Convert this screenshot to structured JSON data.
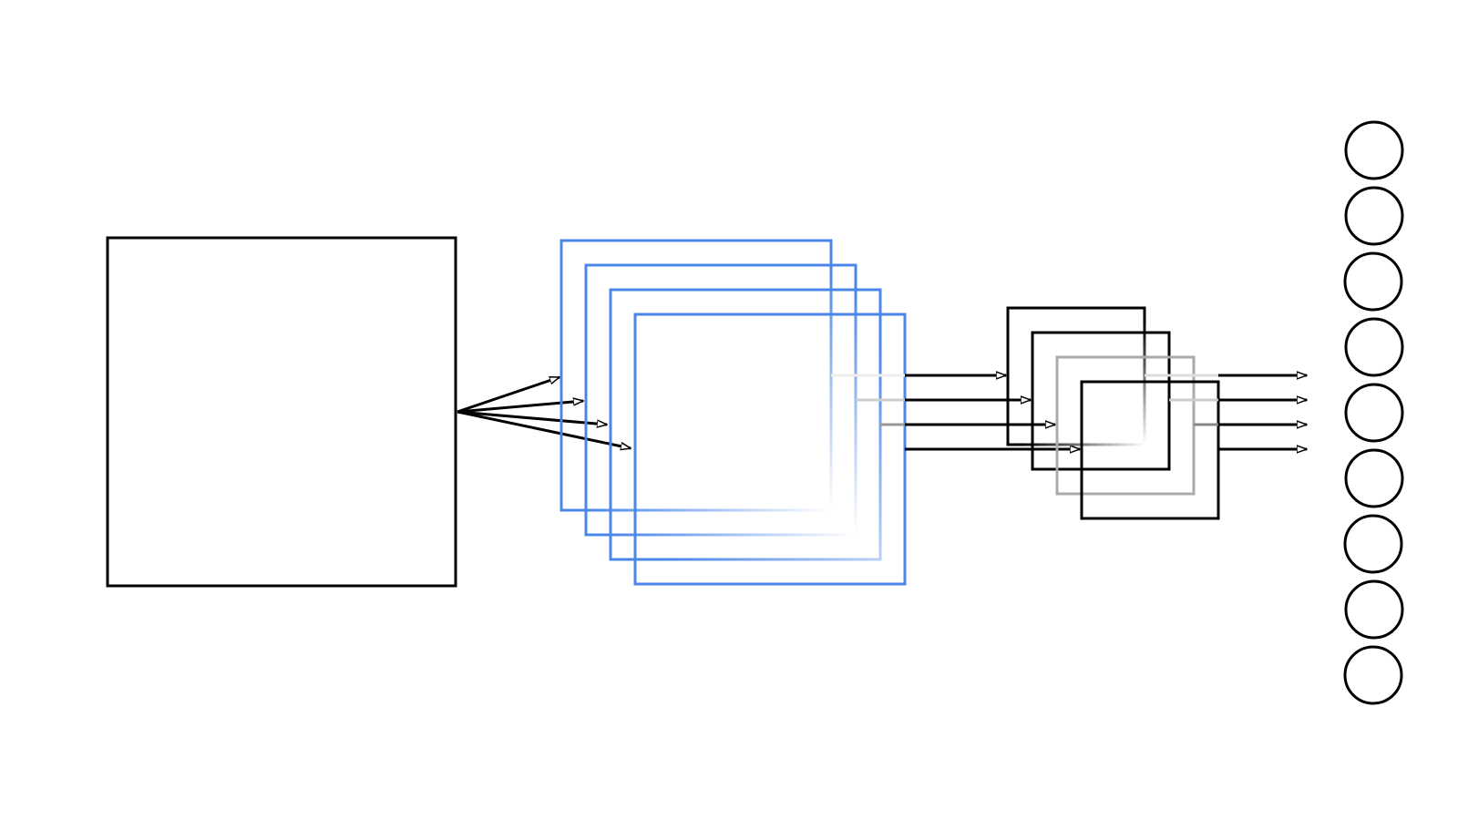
{
  "diagram": {
    "input_block": {
      "label": ""
    },
    "conv_layer": {
      "map_count": 4,
      "stroke_color": "#4a86e8"
    },
    "pool_layer": {
      "map_count": 4,
      "stroke_color": "#000000",
      "faded_color": "#aaaaaa"
    },
    "output_layer": {
      "node_count": 9,
      "stroke_color": "#000000"
    },
    "colors": {
      "background": "#ffffff",
      "line": "#000000",
      "conv_fade_end": "#ffffff"
    }
  }
}
